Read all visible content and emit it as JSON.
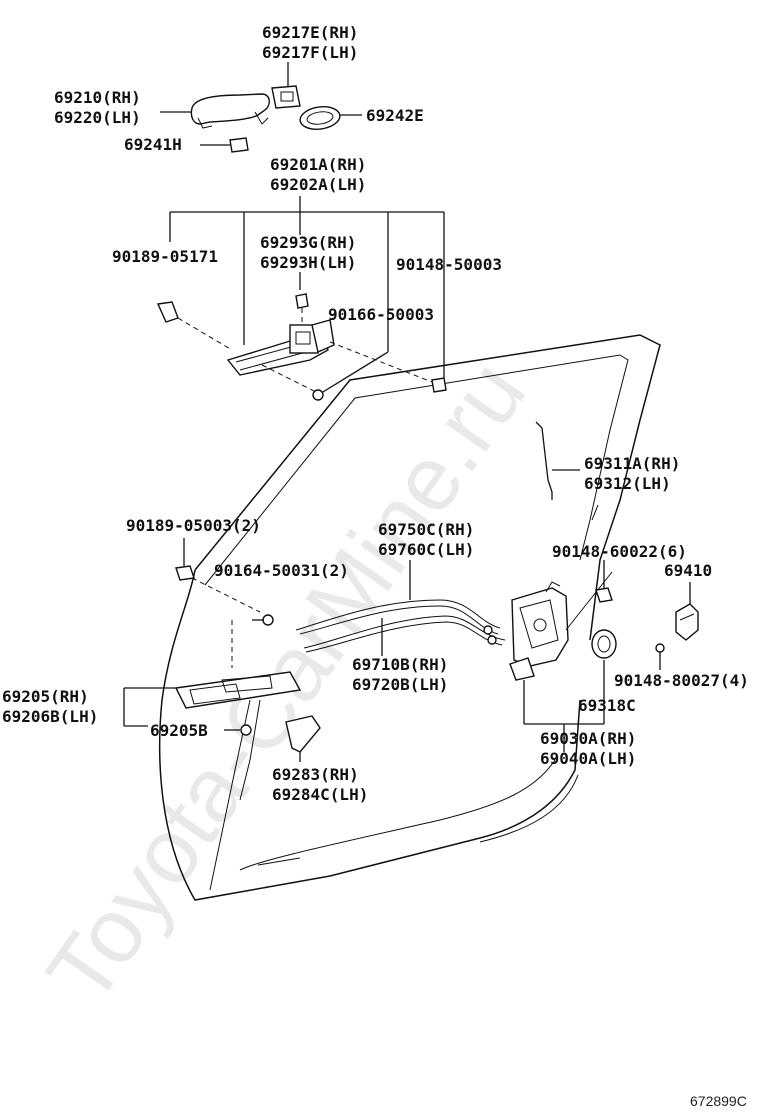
{
  "watermark": "Toyota-CarMine.ru",
  "diagram_code": "672899C",
  "labels": {
    "l69217e": "69217E(RH)",
    "l69217f": "69217F(LH)",
    "l69210": "69210(RH)",
    "l69220": "69220(LH)",
    "l69242e": "69242E",
    "l69241h": "69241H",
    "l69201a": "69201A(RH)",
    "l69202a": "69202A(LH)",
    "l90189_05171": "90189-05171",
    "l69293g": "69293G(RH)",
    "l69293h": "69293H(LH)",
    "l90148_50003": "90148-50003",
    "l90166_50003": "90166-50003",
    "l69311a": "69311A(RH)",
    "l69312": "69312(LH)",
    "l90189_05003": "90189-05003(2)",
    "l69750c": "69750C(RH)",
    "l69760c": "69760C(LH)",
    "l90148_60022": "90148-60022(6)",
    "l69410": "69410",
    "l90164_50031": "90164-50031(2)",
    "l90148_80027": "90148-80027(4)",
    "l69710b": "69710B(RH)",
    "l69720b": "69720B(LH)",
    "l69318c": "69318C",
    "l69205": "69205(RH)",
    "l69206b": "69206B(LH)",
    "l69205b": "69205B",
    "l69030a": "69030A(RH)",
    "l69040a": "69040A(LH)",
    "l69283": "69283(RH)",
    "l69284c": "69284C(LH)"
  }
}
